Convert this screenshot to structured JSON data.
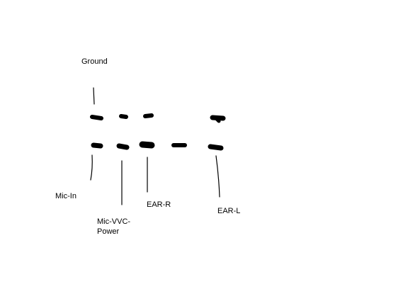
{
  "labels": {
    "ground": "Ground",
    "mic_in": "Mic-In",
    "mic_vvc_line1": "Mic-VVC-",
    "mic_vvc_line2": "Power",
    "ear_r": "EAR-R",
    "ear_l": "EAR-L"
  },
  "colors": {
    "background": "#ffffff",
    "ink": "#000000"
  }
}
